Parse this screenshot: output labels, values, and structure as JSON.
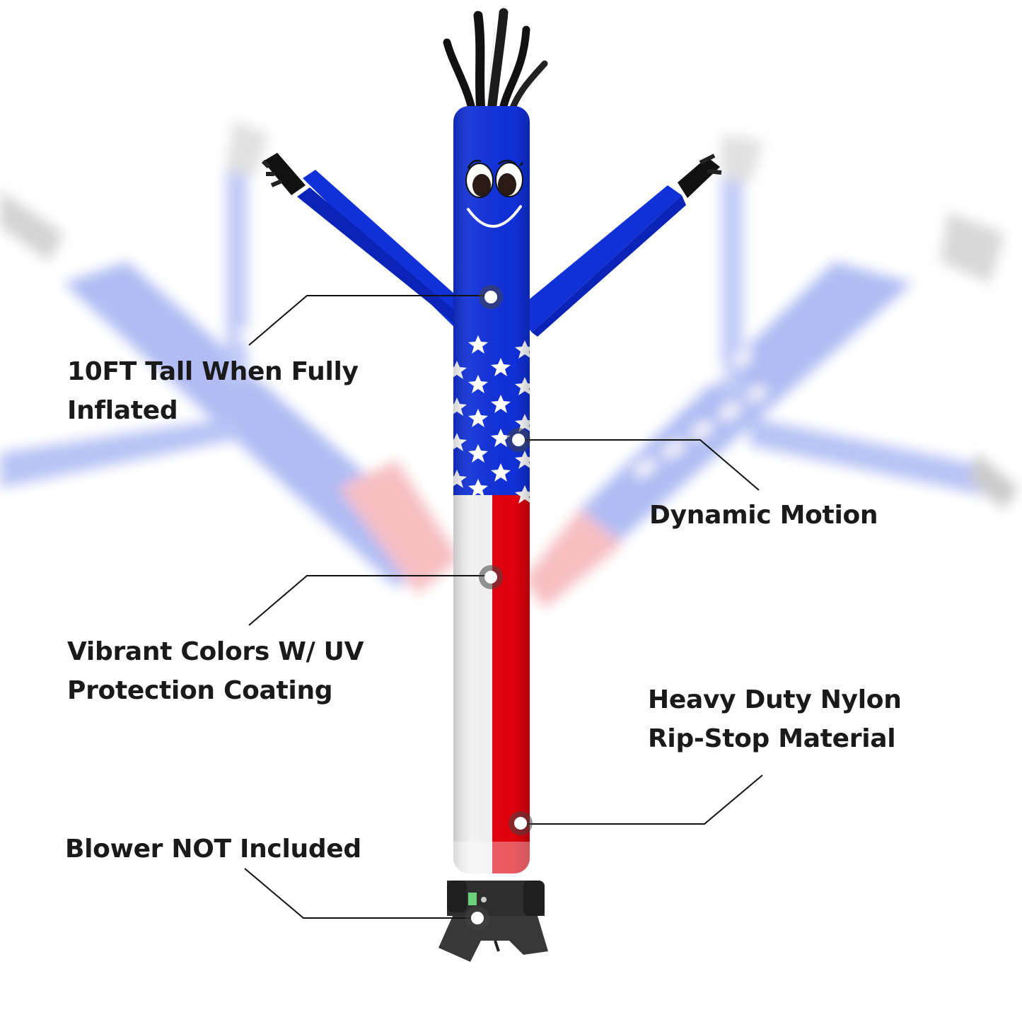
{
  "product": {
    "description": "Patriotic inflatable tube man with US flag pattern"
  },
  "callouts": {
    "height": {
      "line1": "10FT Tall When Fully",
      "line2": "Inflated"
    },
    "motion": {
      "line1": "Dynamic Motion"
    },
    "colors": {
      "line1": "Vibrant Colors W/ UV",
      "line2": "Protection Coating"
    },
    "material": {
      "line1": "Heavy Duty Nylon",
      "line2": "Rip-Stop Material"
    },
    "blower": {
      "line1": "Blower NOT Included"
    }
  },
  "colors": {
    "blue": "#1030d8",
    "red": "#e0000c",
    "white": "#f2f2f2",
    "base": "#3a3a3a",
    "text": "#1a1a1a"
  }
}
